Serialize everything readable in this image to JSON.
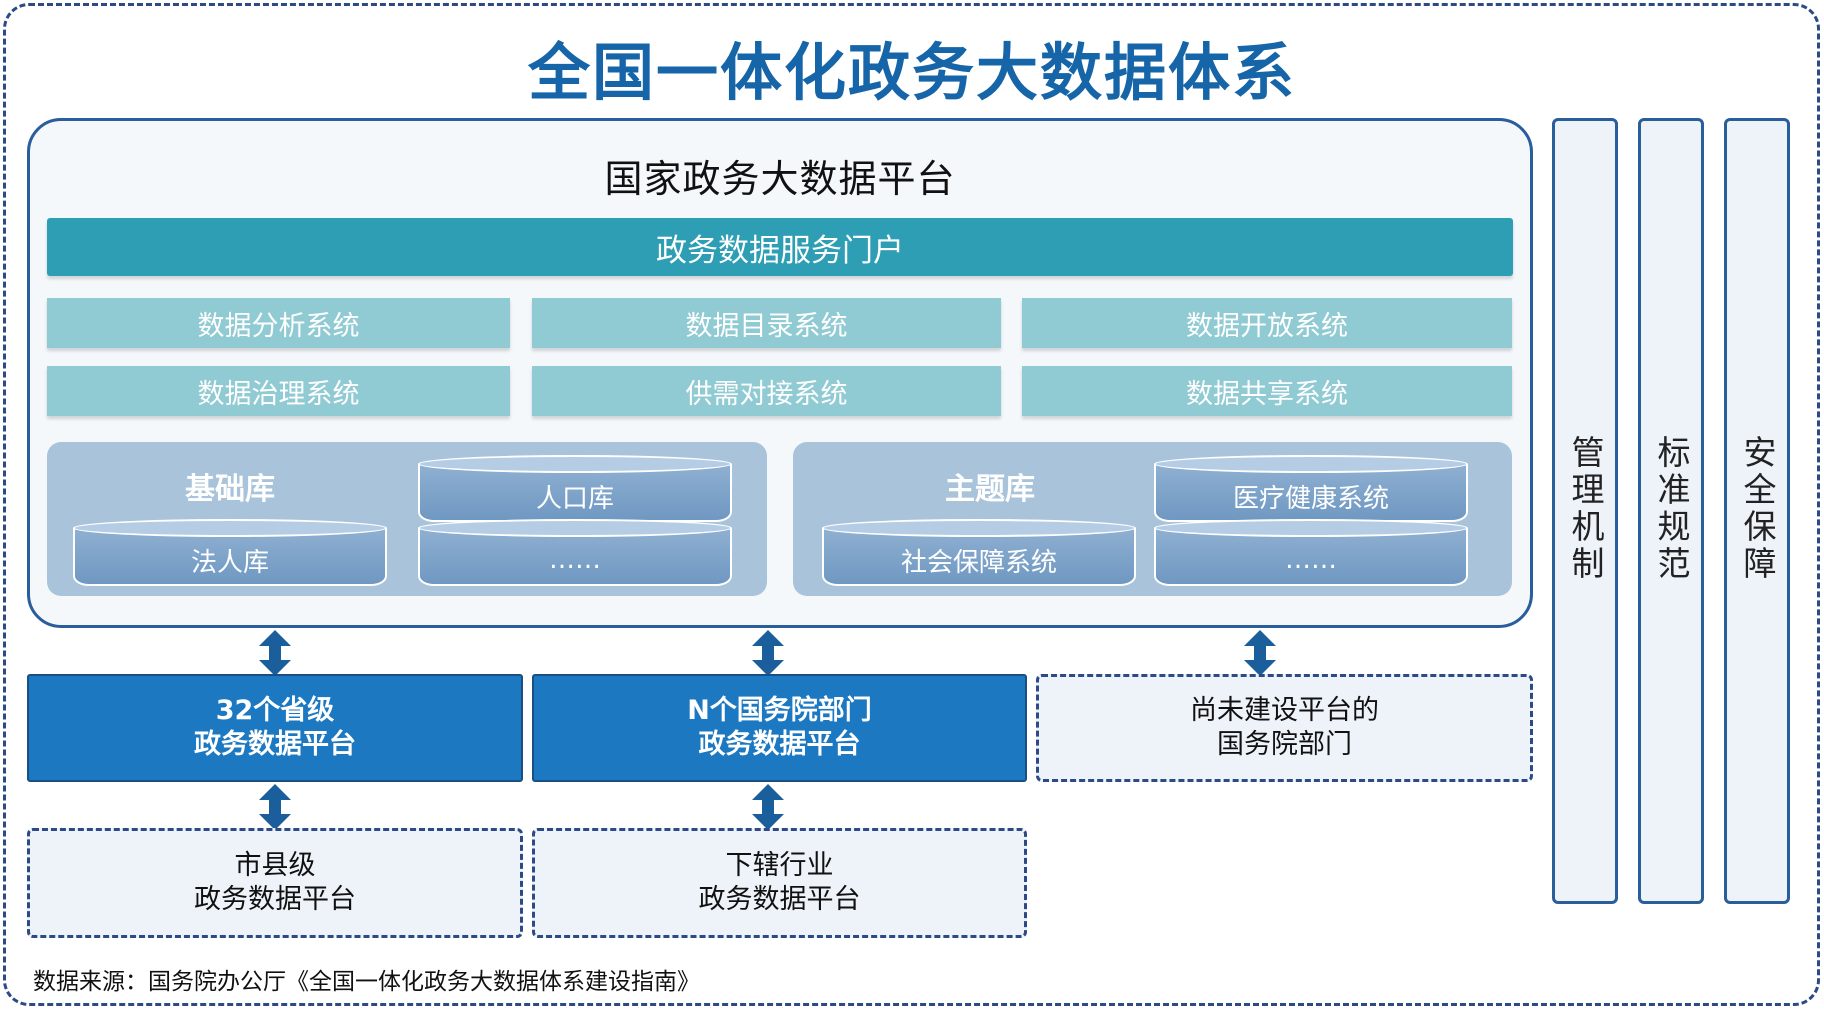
{
  "title": "全国一体化政务大数据体系",
  "platform": {
    "title": "国家政务大数据平台",
    "portal": "政务数据服务门户",
    "systems_row1": [
      "数据分析系统",
      "数据目录系统",
      "数据开放系统"
    ],
    "systems_row2": [
      "数据治理系统",
      "供需对接系统",
      "数据共享系统"
    ],
    "base_library": {
      "title": "基础库",
      "items": [
        "人口库",
        "法人库",
        "……"
      ]
    },
    "topic_library": {
      "title": "主题库",
      "items": [
        "医疗健康系统",
        "社会保障系统",
        "……"
      ]
    }
  },
  "level2": {
    "provincial": [
      "32个省级",
      "政务数据平台"
    ],
    "departments": [
      "N个国务院部门",
      "政务数据平台"
    ],
    "unbuilt": [
      "尚未建设平台的",
      "国务院部门"
    ]
  },
  "level3": {
    "city_county": [
      "市县级",
      "政务数据平台"
    ],
    "industry": [
      "下辖行业",
      "政务数据平台"
    ]
  },
  "pillars": [
    "管理机制",
    "标准规范",
    "安全保障"
  ],
  "source": "数据来源：国务院办公厅《全国一体化政务大数据体系建设指南》",
  "colors": {
    "title": "#1565a8",
    "portal": "#2e9eb4",
    "system": "#90cad3",
    "panel": "#a9c4da",
    "solid_box": "#1c78c0",
    "border": "#2c4a86"
  }
}
